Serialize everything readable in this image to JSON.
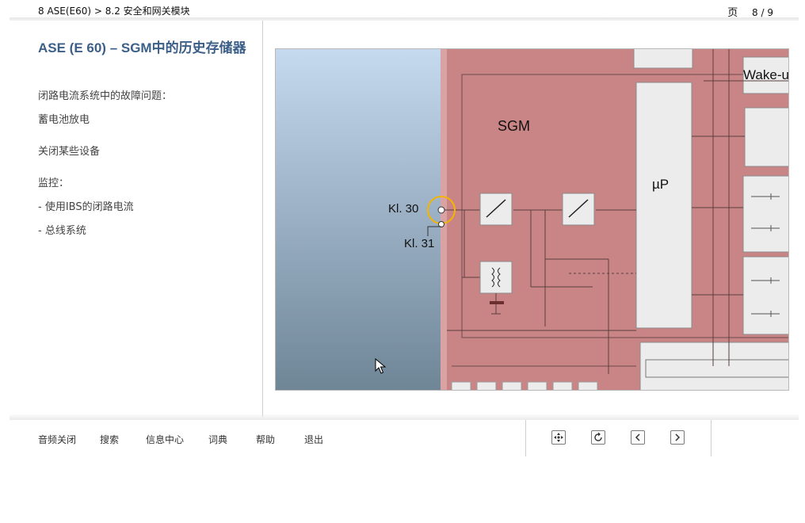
{
  "header": {
    "breadcrumb": "8 ASE(E60) > 8.2 安全和网关模块",
    "page_label": "页",
    "page_number": "8 / 9"
  },
  "left_panel": {
    "title": "ASE (E 60) – SGM中的历史存储器",
    "lines": [
      "闭路电流系统中的故障问题：",
      "蓄电池放电",
      "关闭某些设备",
      "监控：",
      "- 使用IBS的闭路电流",
      "- 总线系统"
    ]
  },
  "figure": {
    "sgm_label": "SGM",
    "kl30_label": "Kl. 30",
    "kl31_label": "Kl. 31",
    "up_label": "µP",
    "wake_label": "Wake-u",
    "colors": {
      "module_red": "#c98585",
      "box_grey": "#ececec",
      "highlight": "#f5b400"
    }
  },
  "footer": {
    "menu": [
      {
        "label": "音频关闭"
      },
      {
        "label": "搜索"
      },
      {
        "label": "信息中心"
      },
      {
        "label": "词典"
      },
      {
        "label": "帮助"
      },
      {
        "label": "退出"
      }
    ],
    "nav_icons": [
      "move-icon",
      "refresh-icon",
      "prev-icon",
      "next-icon"
    ]
  }
}
